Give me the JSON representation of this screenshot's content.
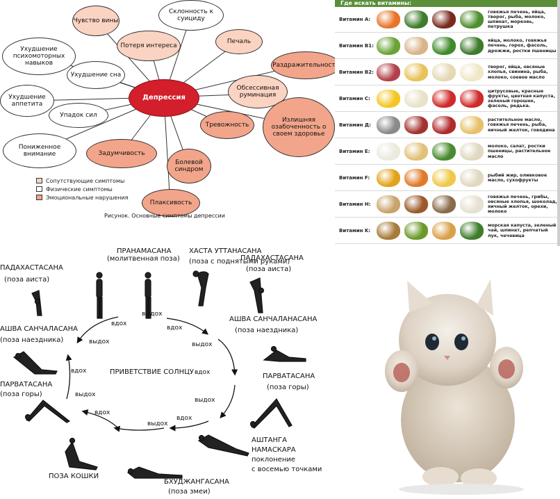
{
  "mindmap": {
    "center": "Депрессия",
    "nodes": {
      "guilt": "Чувство вины",
      "suicide": "Склонность к суициду",
      "loss_interest": "Потеря интереса",
      "sadness": "Печаль",
      "psychomotor": "Ухудшение психомоторных навыков",
      "sleep": "Ухудшение сна",
      "irritability": "Раздражительность",
      "rumination": "Обсессивная руминация",
      "appetite": "Ухудшение аппетита",
      "fatigue": "Упадок сил",
      "health_worry": "Излишняя озабоченность о своем здоровье",
      "anxiety": "Тревожность",
      "attention": "Пониженное внимание",
      "pensive": "Задумчивость",
      "pain": "Болевой синдром",
      "tearful": "Плаксивость"
    },
    "legend": [
      "Сопутствующие симптомы",
      "Физические симптомы",
      "Эмоциональные нарушения"
    ],
    "caption": "Рисунок. Основные симптомы депрессии",
    "colors": {
      "comorbid": "#fbd3c2",
      "physical": "#ffffff",
      "emotional": "#f2a58a",
      "center": "#d21f2b"
    }
  },
  "vitamins": {
    "header": "Где искать витамины:",
    "rows": [
      {
        "name": "Витамин А:",
        "desc": "говяжья печень, яйца, творог, рыба, молоко, шпинат, морковь, петрушка",
        "colors": [
          "#e8742a",
          "#3f7d2b",
          "#7a2a1c",
          "#4e8f2f"
        ]
      },
      {
        "name": "Витамин B1:",
        "desc": "яйца, молоко, говяжья печень, горох, фасоль, дрожжи, ростки пшеницы",
        "colors": [
          "#6aa336",
          "#d9b48a",
          "#3f8a2a",
          "#3d7a2a"
        ]
      },
      {
        "name": "Витамин B2:",
        "desc": "творог, яйца, овсяные хлопья, свинина, рыба, молоко, соевое масло",
        "colors": [
          "#b3404a",
          "#e8c25a",
          "#e6d8b5",
          "#f0e6c8"
        ]
      },
      {
        "name": "Витамин С:",
        "desc": "цитрусовые, красные фрукты, цветная капуста, зеленый горошек, фасоль, редька.",
        "colors": [
          "#f3c622",
          "#e8e2c8",
          "#cf2b2a",
          "#cf2b2a"
        ]
      },
      {
        "name": "Витамин Д:",
        "desc": "растительное масло, говяжья печень, рыба, яичный желток, говядина",
        "colors": [
          "#8a8a8a",
          "#a3312f",
          "#b02a2a",
          "#e7c16a"
        ]
      },
      {
        "name": "Витамин Е:",
        "desc": "молоко, салат, ростки пшеницы, растительное масло",
        "colors": [
          "#ece9df",
          "#e2c07a",
          "#4a8a2e",
          "#e0d8c0"
        ]
      },
      {
        "name": "Витамин F:",
        "desc": "рыбий жир, оливковое масло, сухофрукты",
        "colors": [
          "#e3a21a",
          "#e07a2a",
          "#f0c848",
          "#e0d8c0"
        ]
      },
      {
        "name": "Витамин H:",
        "desc": "говяжья печень, грибы, овсяные хлопья, шоколад, яичный желток, орехи, молоко",
        "colors": [
          "#c9a36a",
          "#9a5a2a",
          "#8a6a4a",
          "#e6e0d0"
        ]
      },
      {
        "name": "Витамин K:",
        "desc": "морская капуста, зеленый чай, шпинат, репчатый лук, чечевица",
        "colors": [
          "#a87a3a",
          "#6a9a2a",
          "#d9a04a",
          "#3f7d2b"
        ]
      }
    ]
  },
  "sun_salutation": {
    "center_title": "ПРИВЕТСТВИЕ СОЛНЦУ",
    "poses": {
      "pranamasana": "ПРАНАМАСАНА",
      "pranamasana_sub": "(молитвенная поза)",
      "hasta": "ХАСТА УТТАНАСАНА",
      "hasta_sub": "(поза с поднятыми руками)",
      "pada_left": "ПАДАХАСТАСАНА",
      "pada_left_sub": "(поза аиста)",
      "pada_right": "ПАДАХАСТАСАНА",
      "pada_right_sub": "(поза аиста)",
      "ashwa_left": "АШВА САНЧАЛАСАНА",
      "ashwa_left_sub": "(поза наездника)",
      "ashwa_right": "АШВА САНЧАЛАНАСАНА",
      "ashwa_right_sub": "(поза наездника)",
      "parvat_left": "ПАРВАТАСАНА",
      "parvat_left_sub": "(поза горы)",
      "parvat_right": "ПАРВАТАСАНА",
      "parvat_right_sub": "(поза горы)",
      "ashtanga_1": "АШТАНГА",
      "ashtanga_2": "НАМАСКАРА",
      "ashtanga_3": "поклонение",
      "ashtanga_4": "с восемью точками",
      "cat": "ПОЗА КОШКИ",
      "bhuj": "БХУДЖАНГАСАНА",
      "bhuj_sub": "(поза змеи)"
    },
    "breath": {
      "in": "вдох",
      "out": "выдох"
    }
  }
}
